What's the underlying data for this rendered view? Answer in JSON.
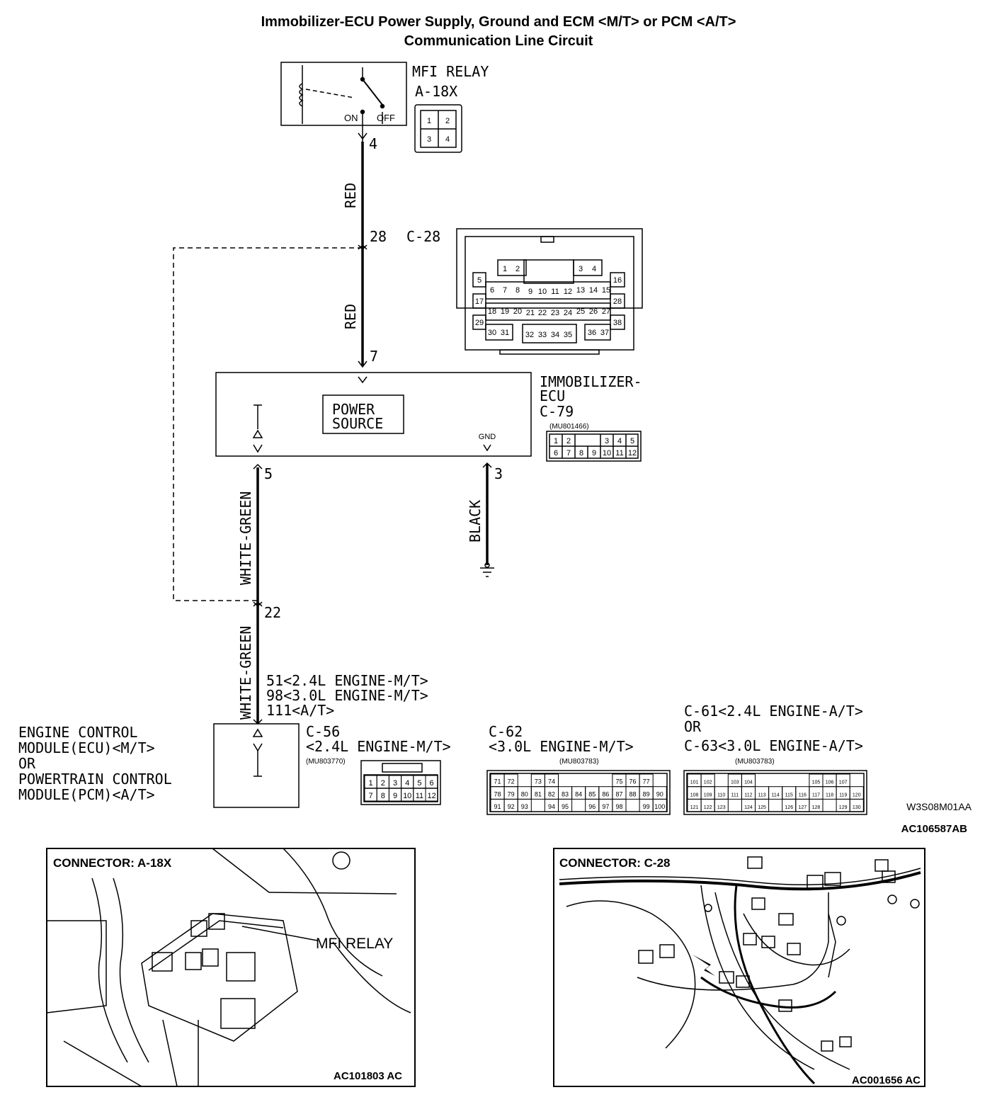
{
  "title": {
    "line1": "Immobilizer-ECU Power Supply, Ground and ECM <M/T> or PCM <A/T>",
    "line2": "Communication Line Circuit"
  },
  "mfi_relay": {
    "name": "MFI RELAY",
    "connector": "A-18X",
    "on_label": "ON",
    "off_label": "OFF",
    "pins": [
      "1",
      "2",
      "3",
      "4"
    ]
  },
  "wires": {
    "red_upper": {
      "color": "RED",
      "pin_top": "4",
      "pin_bottom": "28"
    },
    "red_lower": {
      "color": "RED",
      "pin_bottom": "7"
    },
    "white_green_upper": {
      "color": "WHITE-GREEN",
      "pin_top": "5",
      "pin_bottom": "22"
    },
    "white_green_lower": {
      "color": "WHITE-GREEN"
    },
    "black": {
      "color": "BLACK",
      "pin": "3"
    }
  },
  "c28": {
    "name": "C-28",
    "pins": [
      "1",
      "2",
      "3",
      "4",
      "5",
      "6",
      "7",
      "8",
      "9",
      "10",
      "11",
      "12",
      "13",
      "14",
      "15",
      "16",
      "17",
      "18",
      "19",
      "20",
      "21",
      "22",
      "23",
      "24",
      "25",
      "26",
      "27",
      "28",
      "29",
      "30",
      "31",
      "32",
      "33",
      "34",
      "35",
      "36",
      "37",
      "38"
    ]
  },
  "immobilizer": {
    "name_line1": "IMMOBILIZER-",
    "name_line2": "ECU",
    "connector": "C-79",
    "part": "(MU801466)",
    "power_line1": "POWER",
    "power_line2": "SOURCE",
    "gnd": "GND",
    "pins": [
      "1",
      "2",
      "3",
      "4",
      "5",
      "6",
      "7",
      "8",
      "9",
      "10",
      "11",
      "12"
    ]
  },
  "ecm_pins": {
    "line1": "51<2.4L ENGINE-M/T>",
    "line2": "98<3.0L ENGINE-M/T>",
    "line3": "111<A/T>"
  },
  "ecm": {
    "line1": "ENGINE CONTROL",
    "line2": "MODULE(ECU)<M/T>",
    "line3": "OR",
    "line4": "POWERTRAIN CONTROL",
    "line5": "MODULE(PCM)<A/T>"
  },
  "c56": {
    "name": "C-56",
    "variant": "<2.4L ENGINE-M/T>",
    "part": "(MU803770)",
    "pins": [
      "1",
      "2",
      "3",
      "4",
      "5",
      "6",
      "7",
      "8",
      "9",
      "10",
      "11",
      "12"
    ]
  },
  "c62": {
    "name": "C-62",
    "variant": "<3.0L ENGINE-M/T>",
    "part": "(MU803783)",
    "row1": [
      "71",
      "72",
      "",
      "73",
      "74",
      "",
      "",
      "",
      "",
      "75",
      "76",
      "77"
    ],
    "row2": [
      "78",
      "79",
      "80",
      "81",
      "82",
      "83",
      "84",
      "85",
      "86",
      "87",
      "88",
      "89",
      "90"
    ],
    "row3": [
      "91",
      "92",
      "93",
      "",
      "94",
      "95",
      "",
      "96",
      "97",
      "98",
      "",
      "99",
      "100"
    ]
  },
  "c61_63": {
    "line1": "C-61<2.4L ENGINE-A/T>",
    "line2": "OR",
    "line3": "C-63<3.0L ENGINE-A/T>",
    "part": "(MU803783)",
    "row1": [
      "101",
      "102",
      "",
      "103",
      "104",
      "",
      "",
      "",
      "",
      "105",
      "106",
      "107"
    ],
    "row2": [
      "108",
      "109",
      "110",
      "111",
      "112",
      "113",
      "114",
      "115",
      "116",
      "117",
      "118",
      "119",
      "120"
    ],
    "row3": [
      "121",
      "122",
      "123",
      "",
      "124",
      "125",
      "",
      "126",
      "127",
      "128",
      "",
      "129",
      "130"
    ]
  },
  "codes": {
    "diagram_code": "W3S08M01AA",
    "figure_code": "AC106587AB"
  },
  "photo_a18x": {
    "header": "CONNECTOR: A-18X",
    "callout": "MFI RELAY",
    "code": "AC101803 AC"
  },
  "photo_c28": {
    "header": "CONNECTOR: C-28",
    "code": "AC001656 AC"
  }
}
